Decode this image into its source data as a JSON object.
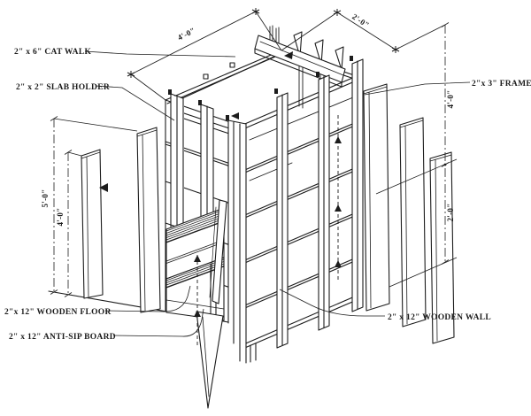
{
  "figure": {
    "description": "Isometric technical drawing of a wooden formwork box with catwalk, frame studs, wall boards, floor and anti-sip board",
    "paper_color": "#ffffff",
    "ink_color": "#1c1c1c"
  },
  "labels": {
    "cat_walk": "2\" x 6\" CAT WALK",
    "slab_holder": "2\" x 2\" SLAB HOLDER",
    "frame": "2\"x 3\" FRAME",
    "wooden_floor": "2\"x 12\" WOODEN FLOOR",
    "anti_sip_board": "2\" x 12\" ANTI-SIP BOARD",
    "wooden_wall": "2\" x 12\" WOODEN WALL"
  },
  "dimensions": {
    "top_left": "4'-0\"",
    "top_right": "2'-0\"",
    "right_upper": "4'-0\"",
    "right_lower": "2'-0\"",
    "left_outer": "5'-0\"",
    "left_inner": "4'-0\""
  }
}
